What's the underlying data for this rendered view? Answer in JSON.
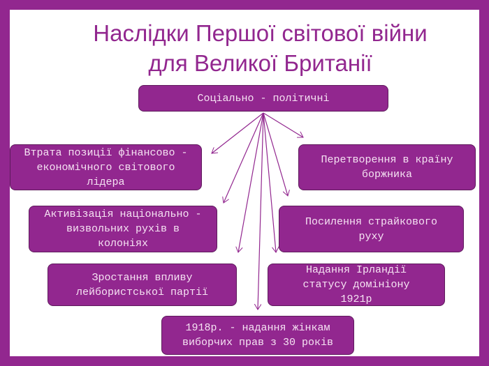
{
  "title": {
    "line1": "Наслідки Першої світової війни",
    "line2": "для Великої Британії"
  },
  "root": "Соціально - політичні",
  "items": [
    "Втрата позиції фінансово - економічного світового лідера",
    "Перетворення в країну боржника",
    "Активізація національно - визвольних рухів в колоніях",
    "Посилення страйкового руху",
    "Зростання впливу лейбористської партії",
    "Надання Ірландії статусу домініону 1921р",
    "1918р. - надання жінкам виборчих прав з 30 років"
  ],
  "colors": {
    "accent": "#92278f",
    "text": "#f6e3f3"
  }
}
